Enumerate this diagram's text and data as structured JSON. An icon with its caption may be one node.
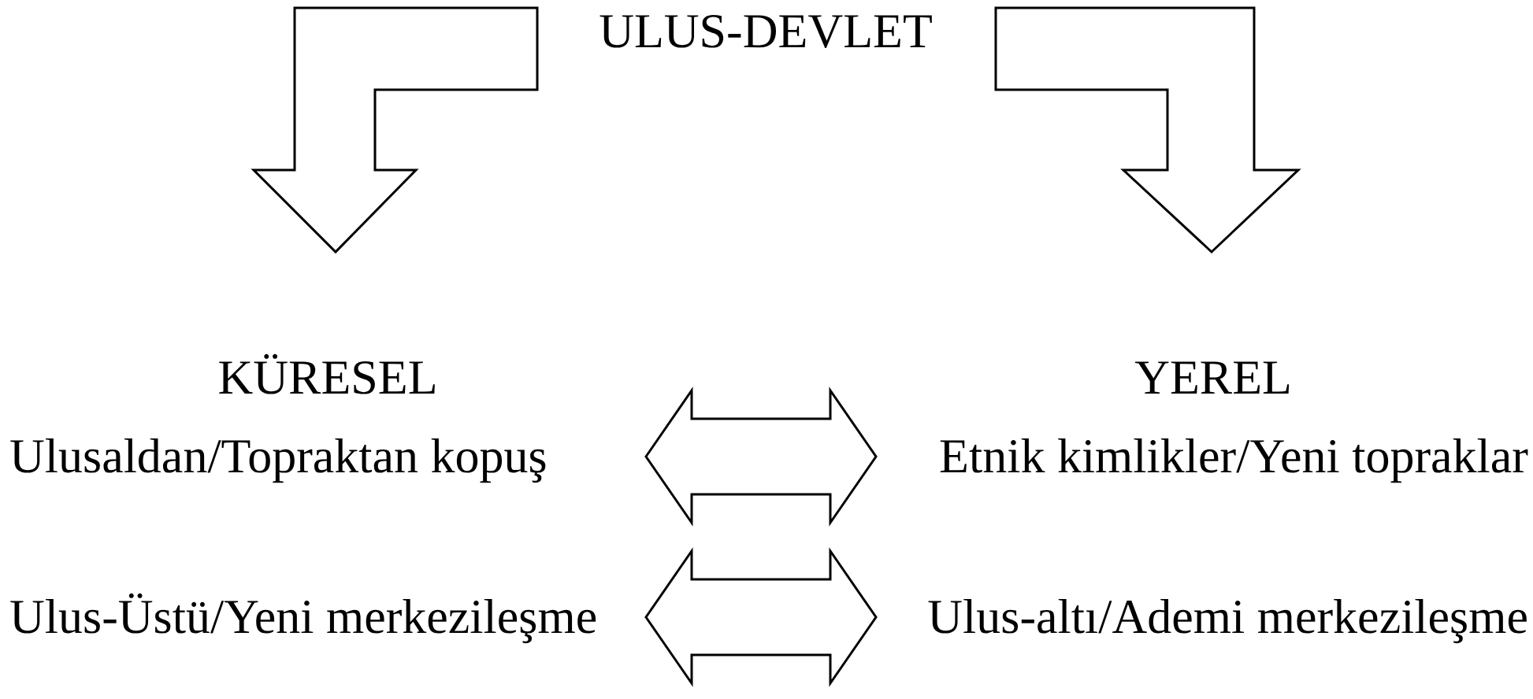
{
  "diagram": {
    "nodes": [
      {
        "text": [
          "ULUS-DEVLET"
        ]
      },
      {
        "text": [
          "KÜRESEL"
        ]
      },
      {
        "text": [
          "YEREL"
        ]
      },
      {
        "text": [
          "Ulusaldan/Topraktan kopuş"
        ]
      },
      {
        "text": [
          "Etnik kimlikler/Yeni topraklar"
        ]
      },
      {
        "text": [
          "Ulus-Üstü/Yeni merkezileşme"
        ]
      },
      {
        "text": [
          "Ulus-altı/Ademi merkezileşme"
        ]
      }
    ],
    "edges": [
      {
        "from": 0,
        "to": 1,
        "arrow": "to"
      },
      {
        "from": 0,
        "to": 2,
        "arrow": "to"
      },
      {
        "from": 3,
        "to": 4,
        "arrow": "both"
      },
      {
        "from": 5,
        "to": 6,
        "arrow": "both"
      }
    ]
  }
}
